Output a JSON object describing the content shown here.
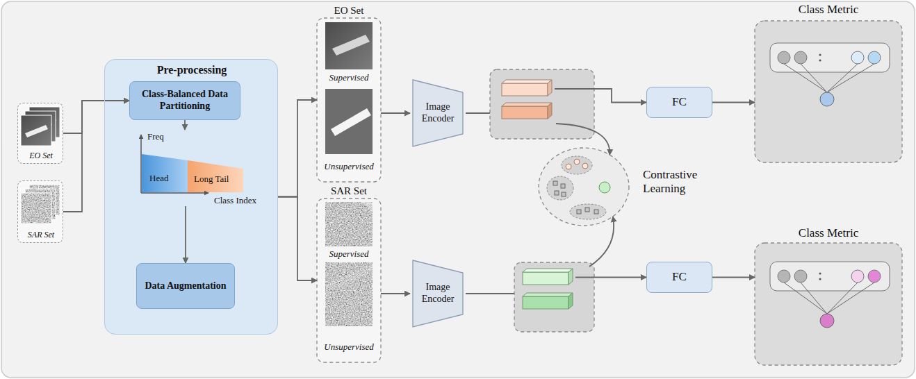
{
  "diagram": {
    "nodes": [
      {
        "text": [
          "EO Set"
        ]
      },
      {
        "text": [
          "SAR Set"
        ]
      },
      {
        "text": [
          "Pre-processing"
        ]
      },
      {
        "text": [
          "Class-Balanced Data Partitioning"
        ],
        "in": 2
      },
      {
        "text": [
          "Freq",
          "Head",
          "Long Tail",
          "Class Index"
        ],
        "in": 2
      },
      {
        "text": [
          "Data Augmentation"
        ],
        "in": 2
      },
      {
        "text": [
          "EO Set",
          "Supervised",
          "Unsupervised"
        ]
      },
      {
        "text": [
          "SAR Set",
          "Supervised",
          "Unsupervised"
        ]
      },
      {
        "text": [
          "Image Encoder"
        ]
      },
      {
        "text": [
          "Image Encoder"
        ]
      },
      {
        "text": [
          "Contrastive Learning"
        ]
      },
      {
        "text": [
          "FC"
        ]
      },
      {
        "text": [
          "FC"
        ]
      },
      {
        "text": [
          "Class Metric"
        ]
      },
      {
        "text": [
          "Class Metric"
        ]
      }
    ],
    "edges": [
      {
        "from": 0,
        "to": 3,
        "arrow": "to"
      },
      {
        "from": 1,
        "to": 3,
        "arrow": "to"
      },
      {
        "from": 3,
        "to": 4,
        "arrow": "to"
      },
      {
        "from": 4,
        "to": 5,
        "arrow": "to"
      },
      {
        "from": 2,
        "to": 6,
        "arrow": "to"
      },
      {
        "from": 2,
        "to": 7,
        "arrow": "to"
      },
      {
        "from": 6,
        "to": 8,
        "arrow": "to"
      },
      {
        "from": 7,
        "to": 9,
        "arrow": "to"
      },
      {
        "from": 8,
        "to": 11,
        "arrow": "to"
      },
      {
        "from": 8,
        "to": 10,
        "arrow": "to"
      },
      {
        "from": 9,
        "to": 12,
        "arrow": "to"
      },
      {
        "from": 9,
        "to": 10,
        "arrow": "to"
      },
      {
        "from": 11,
        "to": 13,
        "arrow": "to"
      },
      {
        "from": 12,
        "to": 14,
        "arrow": "to"
      }
    ]
  }
}
